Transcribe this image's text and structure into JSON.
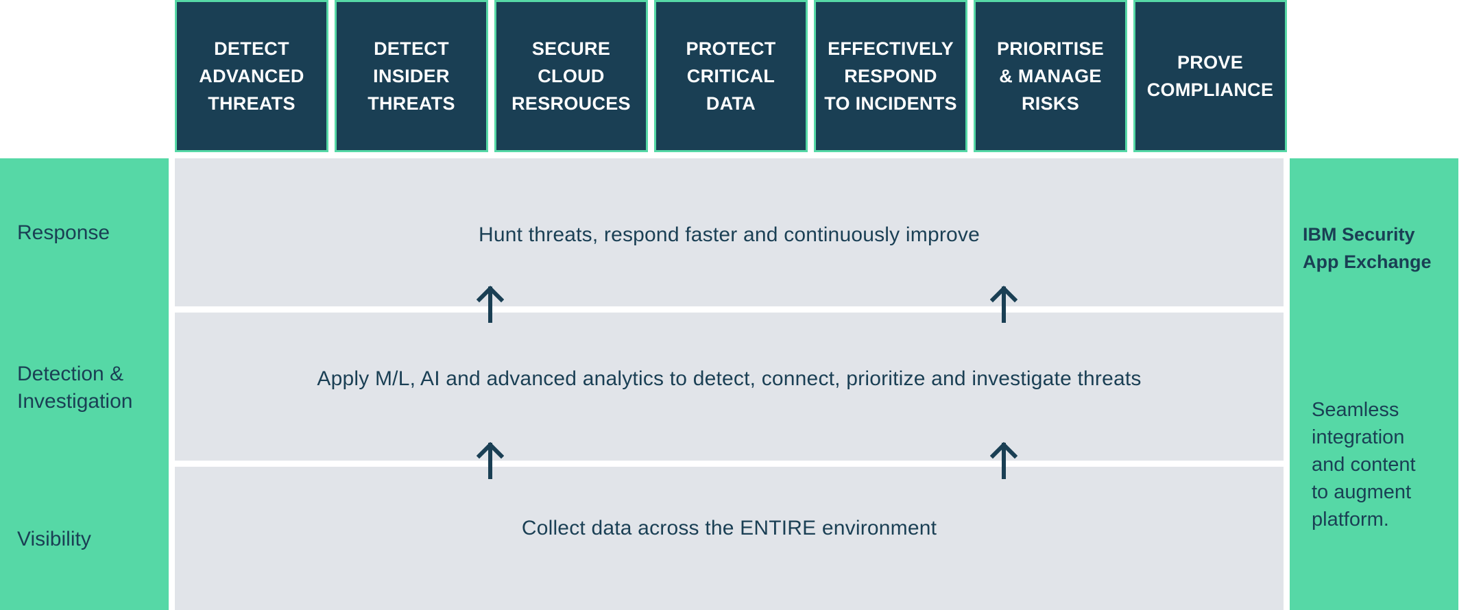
{
  "capabilities": [
    "DETECT\nADVANCED\nTHREATS",
    "DETECT\nINSIDER\nTHREATS",
    "SECURE\nCLOUD\nRESROUCES",
    "PROTECT\nCRITICAL\nDATA",
    "EFFECTIVELY\nRESPOND\nTO INCIDENTS",
    "PRIORITISE\n& MANAGE\nRISKS",
    "PROVE\nCOMPLIANCE"
  ],
  "layers": {
    "response": {
      "label": "Response",
      "text": "Hunt threats, respond faster and continuously improve"
    },
    "detection": {
      "label": "Detection &\nInvestigation",
      "text": "Apply M/L, AI and advanced analytics to detect, connect, prioritize and investigate threats"
    },
    "visibility": {
      "label": "Visibility",
      "text": "Collect data across the ENTIRE environment"
    }
  },
  "app_exchange": {
    "title": "IBM Security\nApp Exchange",
    "description": "Seamless\nintegration\nand content\nto augment\nplatform."
  },
  "colors": {
    "navy": "#1a3f54",
    "green": "#56d8a6",
    "grey": "#e1e4e9"
  },
  "icons": [
    "arrow-up-icon"
  ]
}
